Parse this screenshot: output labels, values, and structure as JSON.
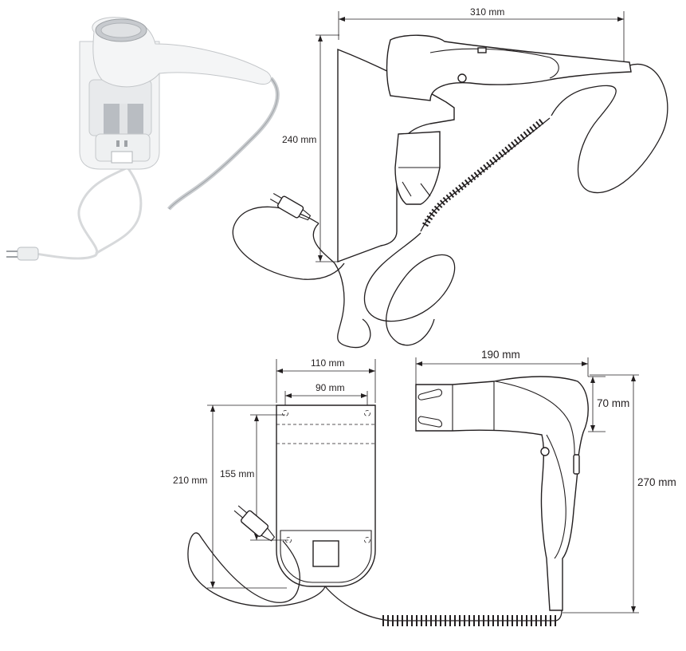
{
  "colors": {
    "line": "#231f20",
    "background": "#ffffff",
    "device_white": "#f2f3f4",
    "chrome": "#b9bdc2"
  },
  "dimensions": {
    "side_width": "310 mm",
    "side_height": "240 mm",
    "holder_width": "110 mm",
    "holder_hole_spacing": "90 mm",
    "holder_height": "210 mm",
    "holder_hole_height": "155 mm",
    "dryer_length": "190 mm",
    "dryer_nozzle": "70 mm",
    "dryer_height": "270 mm"
  },
  "views": [
    "product-photo",
    "side-view",
    "holder-front-view",
    "dryer-side-view"
  ]
}
